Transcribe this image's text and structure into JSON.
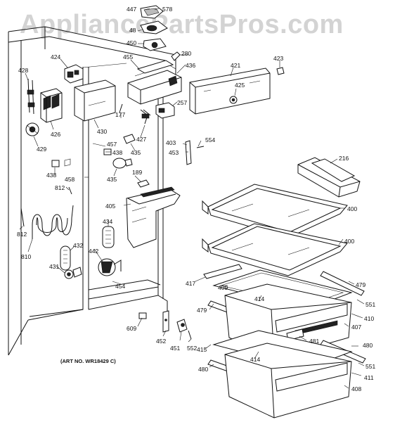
{
  "watermark": "AppliancePartsPros.com",
  "art_number": "(ART NO. WR18429 C)",
  "part_labels": [
    {
      "id": "p447",
      "text": "447"
    },
    {
      "id": "p578",
      "text": "578"
    },
    {
      "id": "p48",
      "text": "48"
    },
    {
      "id": "p450",
      "text": "450"
    },
    {
      "id": "p280",
      "text": "280"
    },
    {
      "id": "p455",
      "text": "455"
    },
    {
      "id": "p436",
      "text": "436"
    },
    {
      "id": "p421",
      "text": "421"
    },
    {
      "id": "p423",
      "text": "423"
    },
    {
      "id": "p424",
      "text": "424"
    },
    {
      "id": "p428",
      "text": "428"
    },
    {
      "id": "p425",
      "text": "425"
    },
    {
      "id": "p257",
      "text": "257"
    },
    {
      "id": "p177",
      "text": "177"
    },
    {
      "id": "p426",
      "text": "426"
    },
    {
      "id": "p430",
      "text": "430"
    },
    {
      "id": "p427",
      "text": "427"
    },
    {
      "id": "p429",
      "text": "429"
    },
    {
      "id": "p457",
      "text": "457"
    },
    {
      "id": "p438a",
      "text": "438"
    },
    {
      "id": "p435a",
      "text": "435"
    },
    {
      "id": "p403",
      "text": "403"
    },
    {
      "id": "p554",
      "text": "554"
    },
    {
      "id": "p453",
      "text": "453"
    },
    {
      "id": "p216",
      "text": "216"
    },
    {
      "id": "p438b",
      "text": "438"
    },
    {
      "id": "p458",
      "text": "458"
    },
    {
      "id": "p435b",
      "text": "435"
    },
    {
      "id": "p189",
      "text": "189"
    },
    {
      "id": "p812a",
      "text": "812"
    },
    {
      "id": "p405",
      "text": "405"
    },
    {
      "id": "p400a",
      "text": "400"
    },
    {
      "id": "p434",
      "text": "434"
    },
    {
      "id": "p812b",
      "text": "812"
    },
    {
      "id": "p400b",
      "text": "400"
    },
    {
      "id": "p432",
      "text": "432"
    },
    {
      "id": "p810",
      "text": "810"
    },
    {
      "id": "p442",
      "text": "442"
    },
    {
      "id": "p431",
      "text": "431"
    },
    {
      "id": "p417",
      "text": "417"
    },
    {
      "id": "p409",
      "text": "409"
    },
    {
      "id": "p479a",
      "text": "479"
    },
    {
      "id": "p454",
      "text": "454"
    },
    {
      "id": "p414a",
      "text": "414"
    },
    {
      "id": "p551a",
      "text": "551"
    },
    {
      "id": "p479b",
      "text": "479"
    },
    {
      "id": "p410",
      "text": "410"
    },
    {
      "id": "p407",
      "text": "407"
    },
    {
      "id": "p609",
      "text": "609"
    },
    {
      "id": "p481",
      "text": "481"
    },
    {
      "id": "p452",
      "text": "452"
    },
    {
      "id": "p451",
      "text": "451"
    },
    {
      "id": "p415",
      "text": "415"
    },
    {
      "id": "p552",
      "text": "552"
    },
    {
      "id": "p480a",
      "text": "480"
    },
    {
      "id": "p414b",
      "text": "414"
    },
    {
      "id": "p551b",
      "text": "551"
    },
    {
      "id": "p480b",
      "text": "480"
    },
    {
      "id": "p411",
      "text": "411"
    },
    {
      "id": "p408",
      "text": "408"
    }
  ]
}
